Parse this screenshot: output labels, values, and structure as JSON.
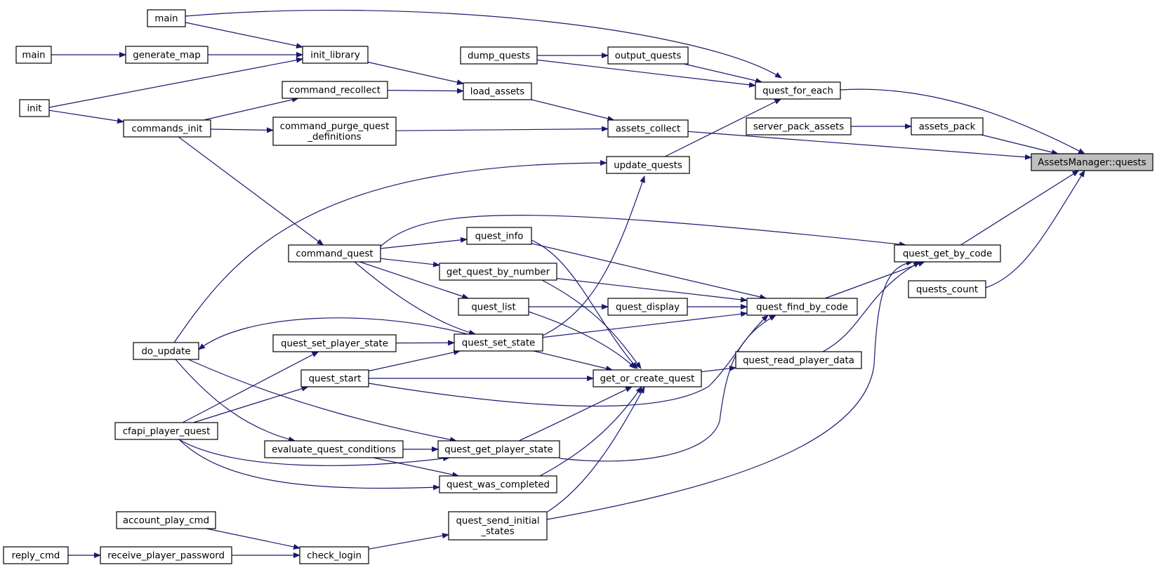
{
  "graph": {
    "colors": {
      "edge": "#191970",
      "node_fill": "#ffffff",
      "focus_fill": "#bfbfbf",
      "border": "#000000"
    },
    "nodes": [
      {
        "id": "main_top",
        "lines": [
          "main"
        ]
      },
      {
        "id": "main_left",
        "lines": [
          "main"
        ]
      },
      {
        "id": "generate_map",
        "lines": [
          "generate_map"
        ]
      },
      {
        "id": "init_library",
        "lines": [
          "init_library"
        ]
      },
      {
        "id": "init",
        "lines": [
          "init"
        ]
      },
      {
        "id": "commands_init",
        "lines": [
          "commands_init"
        ]
      },
      {
        "id": "command_recollect",
        "lines": [
          "command_recollect"
        ]
      },
      {
        "id": "command_purge",
        "lines": [
          "command_purge_quest",
          "_definitions"
        ]
      },
      {
        "id": "load_assets",
        "lines": [
          "load_assets"
        ]
      },
      {
        "id": "dump_quests",
        "lines": [
          "dump_quests"
        ]
      },
      {
        "id": "output_quests",
        "lines": [
          "output_quests"
        ]
      },
      {
        "id": "quest_for_each",
        "lines": [
          "quest_for_each"
        ]
      },
      {
        "id": "assets_collect",
        "lines": [
          "assets_collect"
        ]
      },
      {
        "id": "server_pack_assets",
        "lines": [
          "server_pack_assets"
        ]
      },
      {
        "id": "assets_pack",
        "lines": [
          "assets_pack"
        ]
      },
      {
        "id": "assets_manager_quests",
        "lines": [
          "AssetsManager::quests"
        ],
        "focus": true
      },
      {
        "id": "update_quests",
        "lines": [
          "update_quests"
        ]
      },
      {
        "id": "command_quest",
        "lines": [
          "command_quest"
        ]
      },
      {
        "id": "quest_info",
        "lines": [
          "quest_info"
        ]
      },
      {
        "id": "get_quest_by_number",
        "lines": [
          "get_quest_by_number"
        ]
      },
      {
        "id": "quest_get_by_code",
        "lines": [
          "quest_get_by_code"
        ]
      },
      {
        "id": "quests_count",
        "lines": [
          "quests_count"
        ]
      },
      {
        "id": "quest_list",
        "lines": [
          "quest_list"
        ]
      },
      {
        "id": "quest_display",
        "lines": [
          "quest_display"
        ]
      },
      {
        "id": "quest_find_by_code",
        "lines": [
          "quest_find_by_code"
        ]
      },
      {
        "id": "do_update",
        "lines": [
          "do_update"
        ]
      },
      {
        "id": "quest_set_player_state",
        "lines": [
          "quest_set_player_state"
        ]
      },
      {
        "id": "quest_set_state",
        "lines": [
          "quest_set_state"
        ]
      },
      {
        "id": "quest_read_player_data",
        "lines": [
          "quest_read_player_data"
        ]
      },
      {
        "id": "quest_start",
        "lines": [
          "quest_start"
        ]
      },
      {
        "id": "get_or_create_quest",
        "lines": [
          "get_or_create_quest"
        ]
      },
      {
        "id": "cfapi_player_quest",
        "lines": [
          "cfapi_player_quest"
        ]
      },
      {
        "id": "evaluate_quest_conditions",
        "lines": [
          "evaluate_quest_conditions"
        ]
      },
      {
        "id": "quest_get_player_state",
        "lines": [
          "quest_get_player_state"
        ]
      },
      {
        "id": "quest_was_completed",
        "lines": [
          "quest_was_completed"
        ]
      },
      {
        "id": "account_play_cmd",
        "lines": [
          "account_play_cmd"
        ]
      },
      {
        "id": "quest_send_initial_states",
        "lines": [
          "quest_send_initial",
          "_states"
        ]
      },
      {
        "id": "reply_cmd",
        "lines": [
          "reply_cmd"
        ]
      },
      {
        "id": "receive_player_password",
        "lines": [
          "receive_player_password"
        ]
      },
      {
        "id": "check_login",
        "lines": [
          "check_login"
        ]
      }
    ],
    "edges": [
      {
        "from": "main_top",
        "to": "init_library"
      },
      {
        "from": "main_top",
        "to": "quest_for_each"
      },
      {
        "from": "main_left",
        "to": "generate_map"
      },
      {
        "from": "generate_map",
        "to": "init_library"
      },
      {
        "from": "init",
        "to": "init_library"
      },
      {
        "from": "init",
        "to": "commands_init"
      },
      {
        "from": "init_library",
        "to": "load_assets"
      },
      {
        "from": "commands_init",
        "to": "command_recollect"
      },
      {
        "from": "commands_init",
        "to": "command_purge"
      },
      {
        "from": "commands_init",
        "to": "command_quest"
      },
      {
        "from": "command_recollect",
        "to": "load_assets"
      },
      {
        "from": "command_purge",
        "to": "assets_collect"
      },
      {
        "from": "load_assets",
        "to": "assets_collect"
      },
      {
        "from": "dump_quests",
        "to": "output_quests"
      },
      {
        "from": "dump_quests",
        "to": "quest_for_each"
      },
      {
        "from": "output_quests",
        "to": "quest_for_each"
      },
      {
        "from": "quest_for_each",
        "to": "assets_manager_quests"
      },
      {
        "from": "assets_collect",
        "to": "assets_manager_quests"
      },
      {
        "from": "server_pack_assets",
        "to": "assets_pack"
      },
      {
        "from": "assets_pack",
        "to": "assets_manager_quests"
      },
      {
        "from": "update_quests",
        "to": "quest_for_each"
      },
      {
        "from": "do_update",
        "to": "update_quests"
      },
      {
        "from": "do_update",
        "to": "evaluate_quest_conditions"
      },
      {
        "from": "do_update",
        "to": "quest_get_player_state"
      },
      {
        "from": "command_quest",
        "to": "quest_info"
      },
      {
        "from": "command_quest",
        "to": "get_quest_by_number"
      },
      {
        "from": "command_quest",
        "to": "quest_list"
      },
      {
        "from": "command_quest",
        "to": "quest_set_state"
      },
      {
        "from": "command_quest",
        "to": "quest_get_by_code"
      },
      {
        "from": "quest_info",
        "to": "quest_find_by_code"
      },
      {
        "from": "quest_info",
        "to": "get_or_create_quest"
      },
      {
        "from": "get_quest_by_number",
        "to": "quest_find_by_code"
      },
      {
        "from": "get_quest_by_number",
        "to": "get_or_create_quest"
      },
      {
        "from": "quest_list",
        "to": "quest_display"
      },
      {
        "from": "quest_list",
        "to": "get_or_create_quest"
      },
      {
        "from": "quest_display",
        "to": "quest_find_by_code"
      },
      {
        "from": "quest_find_by_code",
        "to": "quest_get_by_code"
      },
      {
        "from": "quest_get_by_code",
        "to": "assets_manager_quests"
      },
      {
        "from": "quests_count",
        "to": "assets_manager_quests"
      },
      {
        "from": "quest_set_state",
        "to": "update_quests"
      },
      {
        "from": "quest_set_state",
        "to": "quest_find_by_code"
      },
      {
        "from": "quest_set_state",
        "to": "get_or_create_quest"
      },
      {
        "from": "quest_set_state",
        "to": "do_update"
      },
      {
        "from": "quest_set_player_state",
        "to": "quest_set_state"
      },
      {
        "from": "quest_start",
        "to": "quest_set_state"
      },
      {
        "from": "quest_start",
        "to": "get_or_create_quest"
      },
      {
        "from": "quest_start",
        "to": "quest_find_by_code"
      },
      {
        "from": "quest_read_player_data",
        "to": "quest_get_by_code"
      },
      {
        "from": "get_or_create_quest",
        "to": "quest_read_player_data"
      },
      {
        "from": "cfapi_player_quest",
        "to": "quest_set_player_state"
      },
      {
        "from": "cfapi_player_quest",
        "to": "quest_start"
      },
      {
        "from": "cfapi_player_quest",
        "to": "quest_get_player_state"
      },
      {
        "from": "cfapi_player_quest",
        "to": "quest_was_completed"
      },
      {
        "from": "evaluate_quest_conditions",
        "to": "quest_get_player_state"
      },
      {
        "from": "evaluate_quest_conditions",
        "to": "quest_was_completed"
      },
      {
        "from": "quest_get_player_state",
        "to": "get_or_create_quest"
      },
      {
        "from": "quest_get_player_state",
        "to": "quest_find_by_code"
      },
      {
        "from": "quest_was_completed",
        "to": "get_or_create_quest"
      },
      {
        "from": "quest_send_initial_states",
        "to": "get_or_create_quest"
      },
      {
        "from": "quest_send_initial_states",
        "to": "quest_get_by_code"
      },
      {
        "from": "account_play_cmd",
        "to": "check_login"
      },
      {
        "from": "reply_cmd",
        "to": "receive_player_password"
      },
      {
        "from": "receive_player_password",
        "to": "check_login"
      },
      {
        "from": "check_login",
        "to": "quest_send_initial_states"
      }
    ]
  }
}
